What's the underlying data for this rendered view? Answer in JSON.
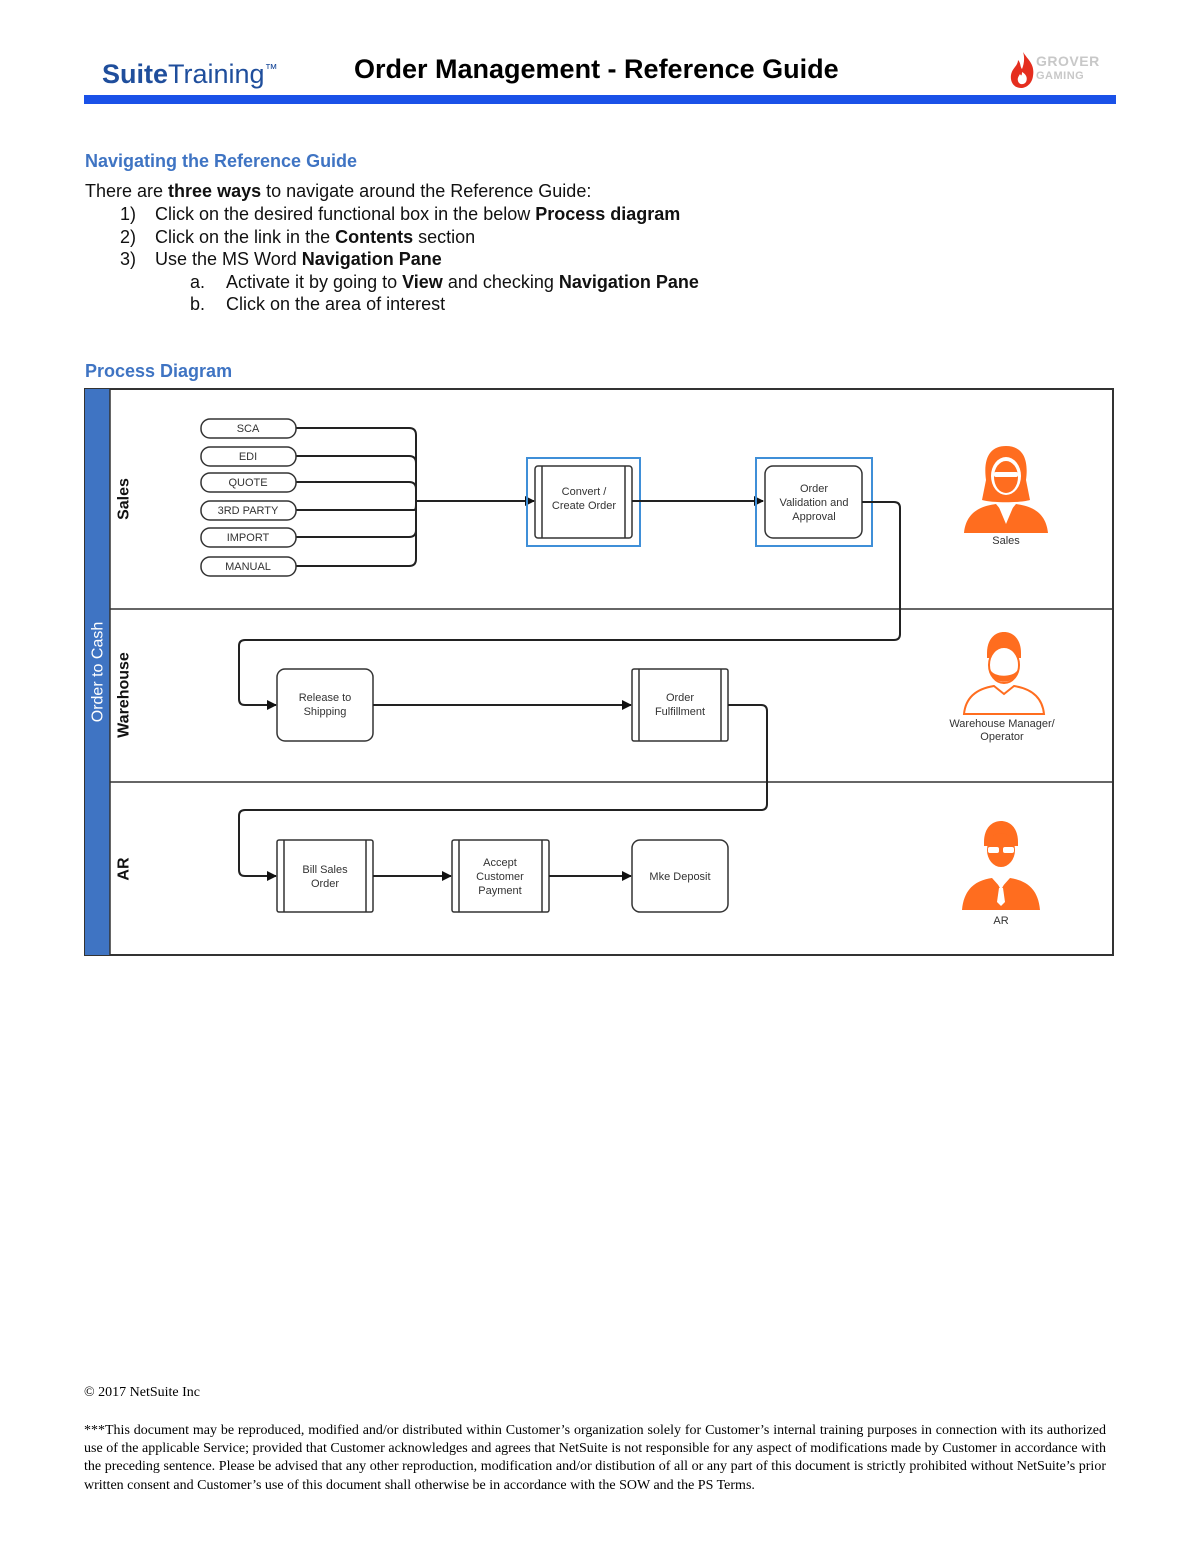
{
  "header": {
    "brand_bold": "Suite",
    "brand_light": "Training",
    "brand_tm": "™",
    "title": "Order Management - Reference Guide",
    "logo_text_line1": "GROVER",
    "logo_text_line2": "GAMING"
  },
  "nav": {
    "heading": "Navigating the Reference Guide",
    "intro_pre": "There are ",
    "intro_bold": "three ways",
    "intro_post": " to navigate around the Reference Guide:",
    "steps": [
      {
        "num": "1)",
        "pre": "Click on the desired functional box in the below ",
        "bold": "Process diagram",
        "post": ""
      },
      {
        "num": "2)",
        "pre": "Click on the link in the ",
        "bold": "Contents",
        "post": " section"
      },
      {
        "num": "3)",
        "pre": "Use the MS Word ",
        "bold": "Navigation Pane",
        "post": ""
      }
    ],
    "substeps": [
      {
        "num": "a.",
        "pre": "Activate it by going to ",
        "bold1": "View",
        "mid": " and checking ",
        "bold2": "Navigation Pane"
      },
      {
        "num": "b.",
        "text": "Click on the area of interest"
      }
    ]
  },
  "process": {
    "heading": "Process Diagram",
    "pool_label": "Order to Cash",
    "lanes": [
      "Sales",
      "Warehouse",
      "AR"
    ],
    "sources": [
      "SCA",
      "EDI",
      "QUOTE",
      "3RD PARTY",
      "IMPORT",
      "MANUAL"
    ],
    "steps": {
      "convert": [
        "Convert /",
        "Create Order"
      ],
      "validation": [
        "Order",
        "Validation and",
        "Approval"
      ],
      "release": [
        "Release to",
        "Shipping"
      ],
      "fulfillment": [
        "Order",
        "Fulfillment"
      ],
      "bill": [
        "Bill Sales",
        "Order"
      ],
      "accept": [
        "Accept",
        "Customer",
        "Payment"
      ],
      "deposit": [
        "Mke Deposit"
      ]
    },
    "roles": {
      "sales": [
        "Sales"
      ],
      "warehouse": [
        "Warehouse Manager/",
        "Operator"
      ],
      "ar": [
        "AR"
      ]
    },
    "colors": {
      "pool": "#3f74c3",
      "highlight": "#3f8fd8",
      "person": "#ff6d1f"
    }
  },
  "footer": {
    "copyright": "© 2017 NetSuite Inc",
    "disclaimer": "***This document may be reproduced, modified and/or distributed within Customer’s organization solely for Customer’s internal training purposes in connection with its authorized use of the applicable Service; provided that Customer acknowledges and agrees that NetSuite is not responsible for any aspect of modifications made by Customer in accordance with the preceding sentence.  Please be advised that any other reproduction, modification and/or distibution of all or any part of this document is strictly prohibited without NetSuite’s prior written consent and Customer’s use of this document shall otherwise be in accordance with the SOW and the PS Terms."
  }
}
